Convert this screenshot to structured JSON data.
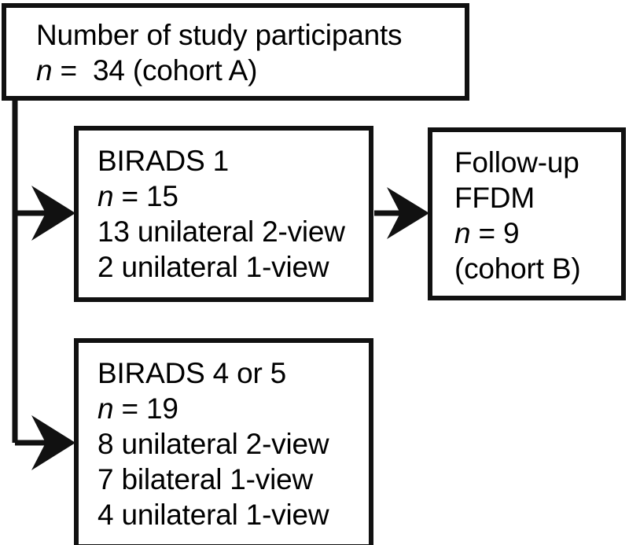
{
  "figure": {
    "type": "flowchart",
    "title": "Study participant enrollment flow diagram",
    "line_color": "#111111",
    "background_color": "#ffffff",
    "text_color": "#000000"
  },
  "nodes": {
    "participants": {
      "name": "Number of study participants",
      "lines": [
        {
          "text": "Number of study participants",
          "italic_prefix": ""
        },
        {
          "text": "=  34 (cohort A)",
          "italic_prefix": "n"
        }
      ],
      "count": 34,
      "cohort": "A"
    },
    "birads1": {
      "name": "BIRADS 1",
      "lines": [
        {
          "text": "BIRADS 1",
          "italic_prefix": ""
        },
        {
          "text": "= 15",
          "italic_prefix": "n"
        },
        {
          "text": "13 unilateral 2-view",
          "italic_prefix": ""
        },
        {
          "text": "2 unilateral 1-view",
          "italic_prefix": ""
        }
      ],
      "count": 15,
      "breakdown": [
        {
          "count": 13,
          "laterality": "unilateral",
          "views": "2-view"
        },
        {
          "count": 2,
          "laterality": "unilateral",
          "views": "1-view"
        }
      ]
    },
    "followup": {
      "name": "Follow-up FFDM",
      "lines": [
        {
          "text": "Follow-up",
          "italic_prefix": ""
        },
        {
          "text": "FFDM",
          "italic_prefix": ""
        },
        {
          "text": "= 9",
          "italic_prefix": "n"
        },
        {
          "text": "(cohort B)",
          "italic_prefix": ""
        }
      ],
      "count": 9,
      "cohort": "B"
    },
    "birads45": {
      "name": "BIRADS 4 or 5",
      "lines": [
        {
          "text": "BIRADS 4 or 5",
          "italic_prefix": ""
        },
        {
          "text": "= 19",
          "italic_prefix": "n"
        },
        {
          "text": "8 unilateral 2-view",
          "italic_prefix": ""
        },
        {
          "text": "7 bilateral 1-view",
          "italic_prefix": ""
        },
        {
          "text": "4 unilateral 1-view",
          "italic_prefix": ""
        }
      ],
      "count": 19,
      "breakdown": [
        {
          "count": 8,
          "laterality": "unilateral",
          "views": "2-view"
        },
        {
          "count": 7,
          "laterality": "bilateral",
          "views": "1-view"
        },
        {
          "count": 4,
          "laterality": "unilateral",
          "views": "1-view"
        }
      ]
    }
  },
  "edges": [
    {
      "from": "participants",
      "to": "birads1",
      "style": "elbow-arrow"
    },
    {
      "from": "participants",
      "to": "birads45",
      "style": "elbow-arrow"
    },
    {
      "from": "birads1",
      "to": "followup",
      "style": "straight-arrow"
    }
  ]
}
